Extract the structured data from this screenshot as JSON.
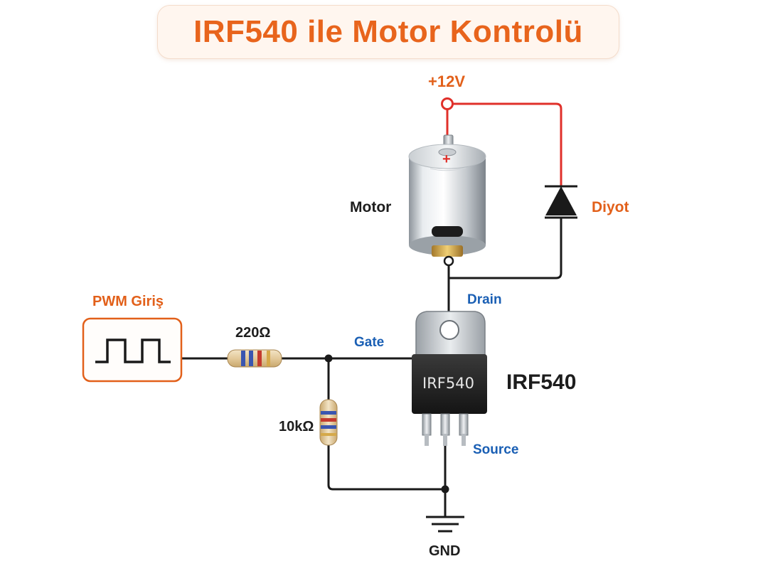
{
  "title": "IRF540 ile Motor Kontrolü",
  "labels": {
    "supply": "+12V",
    "motor": "Motor",
    "motor_plus": "+",
    "diode": "Diyot",
    "drain": "Drain",
    "gate": "Gate",
    "source": "Source",
    "pwm": "PWM Giriş",
    "r_gate": "220Ω",
    "r_pulldown": "10kΩ",
    "chip_marking": "IRF540",
    "chip_name": "IRF540",
    "ground": "GND"
  },
  "colors": {
    "accent": "#e8641c",
    "pin_label": "#1a5fb4",
    "supply_wire": "#e0302a",
    "wire": "#1a1a1a"
  }
}
